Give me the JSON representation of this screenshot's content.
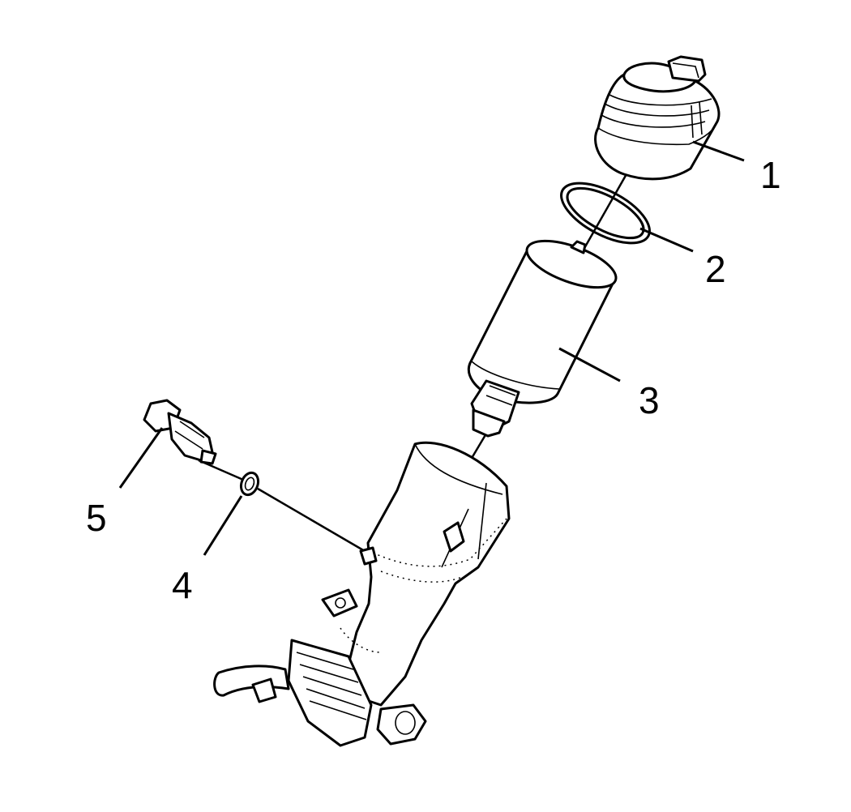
{
  "diagram": {
    "callouts": [
      {
        "number": "1",
        "part_icon": "filter-cap-icon"
      },
      {
        "number": "2",
        "part_icon": "o-ring-seal-icon"
      },
      {
        "number": "3",
        "part_icon": "oil-filter-element-icon"
      },
      {
        "number": "4",
        "part_icon": "small-o-ring-icon"
      },
      {
        "number": "5",
        "part_icon": "oil-pressure-sensor-icon"
      }
    ],
    "colors": {
      "line": "#000000",
      "background": "#ffffff"
    }
  }
}
